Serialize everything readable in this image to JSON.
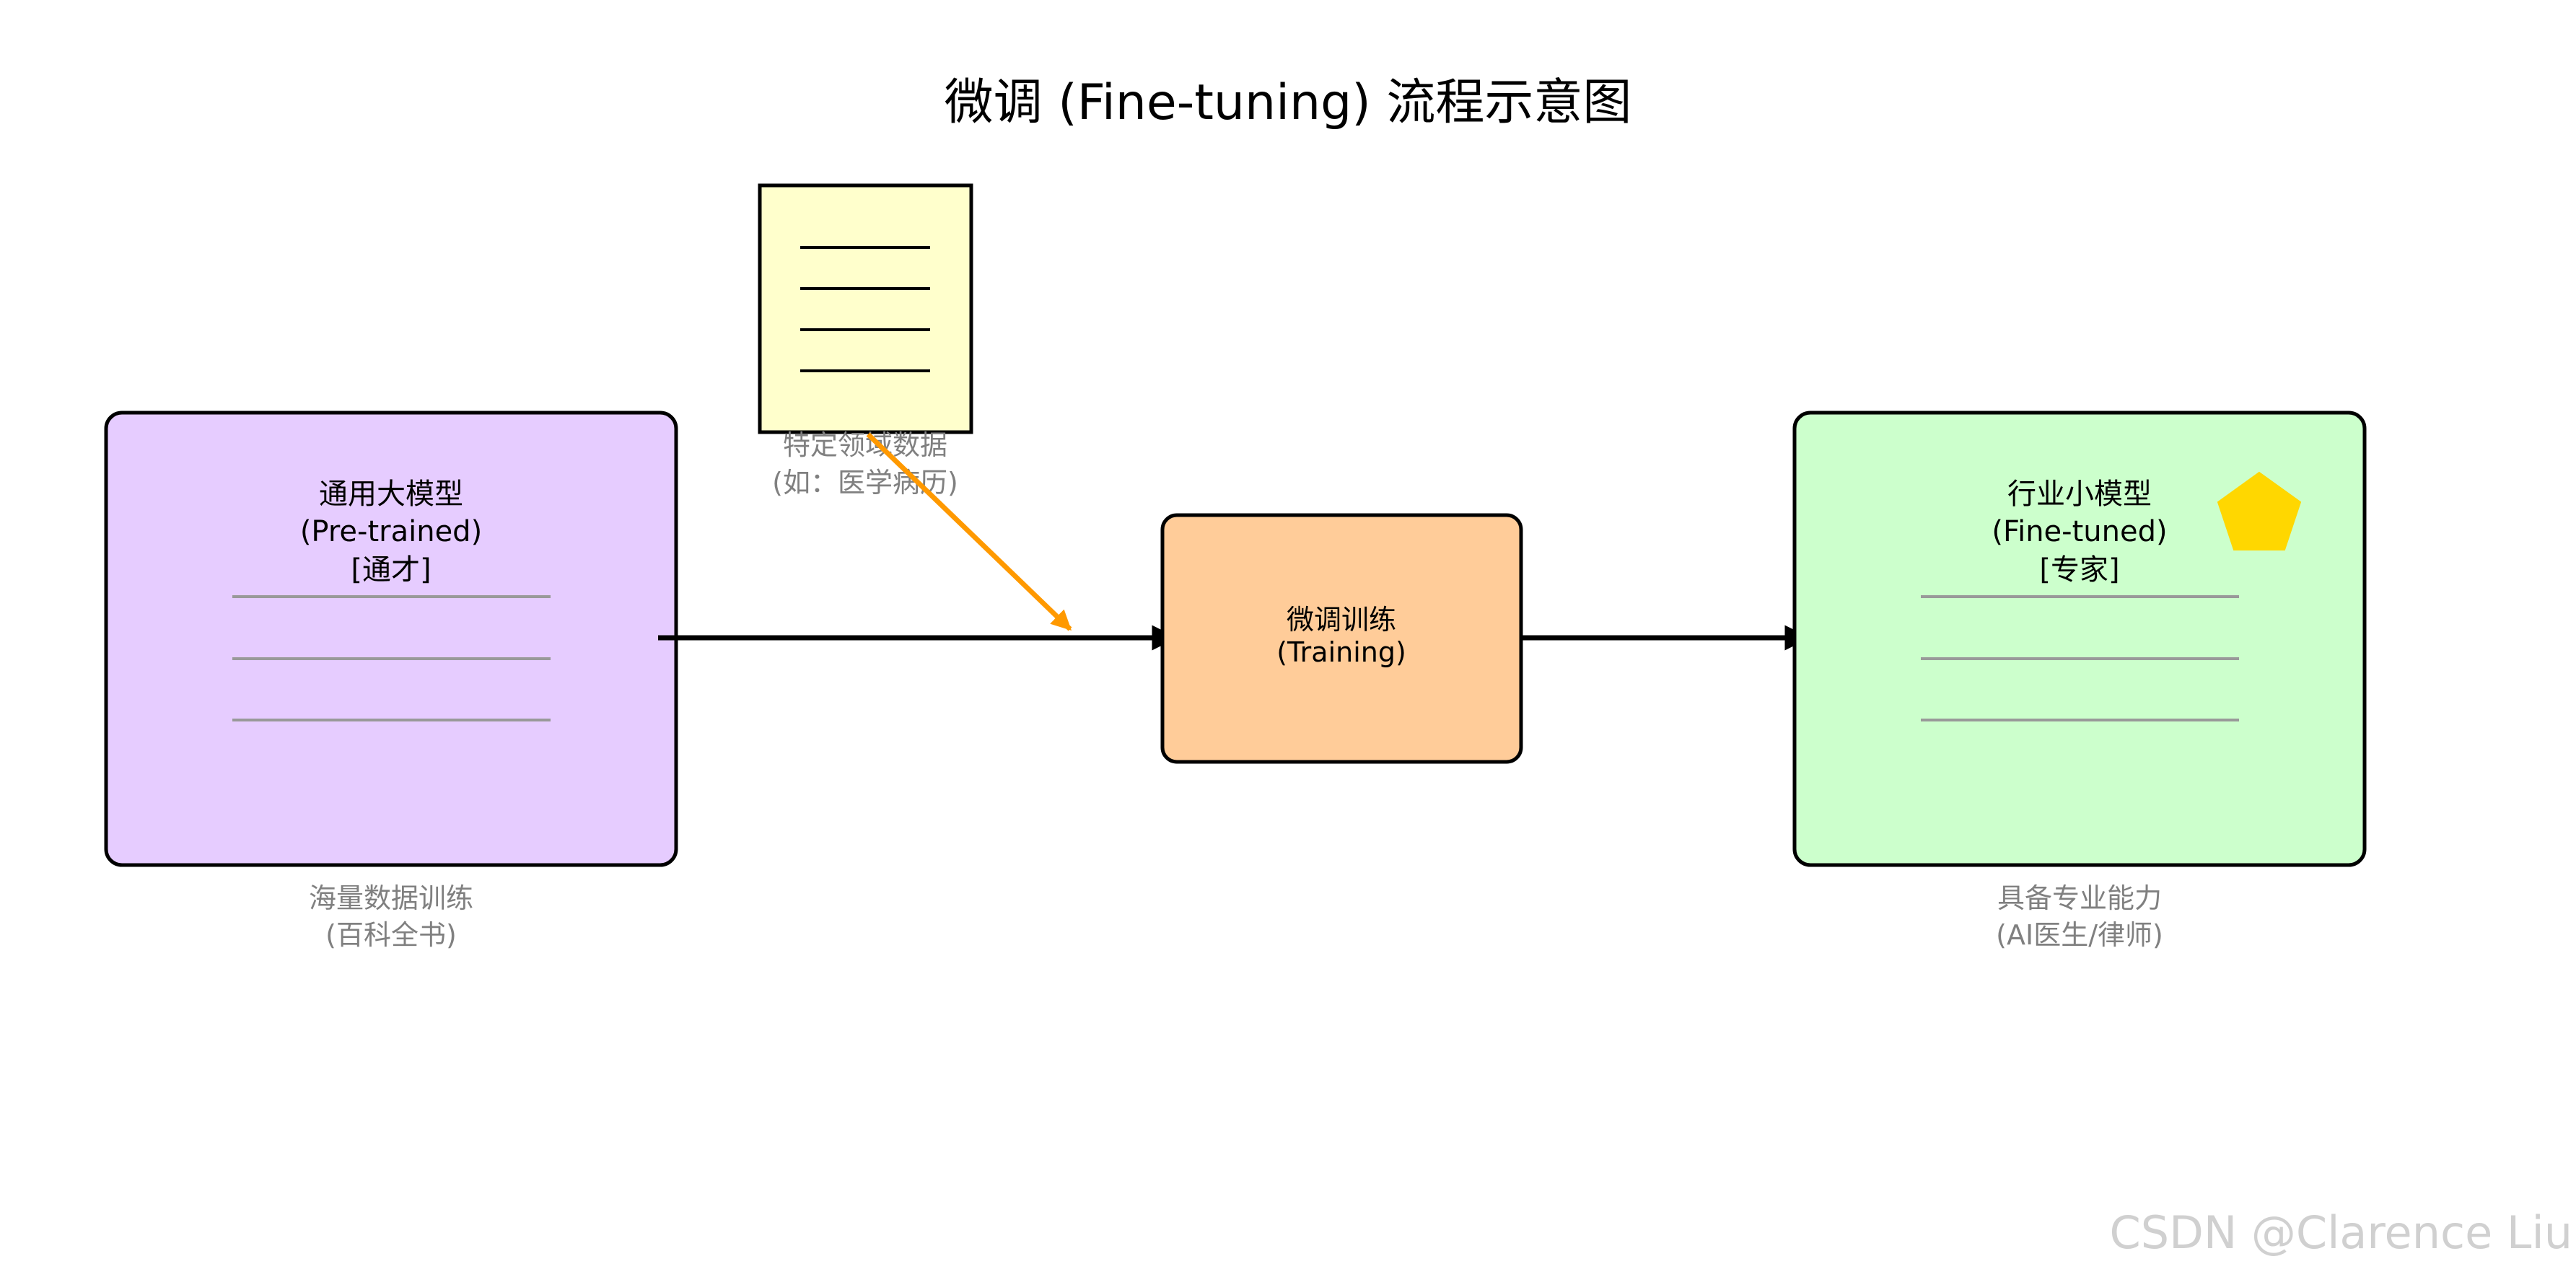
{
  "title": "微调 (Fine-tuning) 流程示意图",
  "general_model": {
    "line1": "通用大模型",
    "line2": "(Pre-trained)",
    "line3": "[通才]",
    "caption_line1": "海量数据训练",
    "caption_line2": "(百科全书)",
    "fill_color": "#e6ccff"
  },
  "domain_data": {
    "caption_line1": "特定领域数据",
    "caption_line2": "(如：医学病历)",
    "fill_color": "#ffffcc",
    "arrow_color": "#ff9900"
  },
  "training": {
    "line1": "微调训练",
    "line2": "(Training)",
    "fill_color": "#ffcc99"
  },
  "specialist_model": {
    "line1": "行业小模型",
    "line2": "(Fine-tuned)",
    "line3": "[专家]",
    "caption_line1": "具备专业能力",
    "caption_line2": "(AI医生/律师)",
    "fill_color": "#ccffcc",
    "badge_color": "#ffd700"
  },
  "watermark": "CSDN @Clarence Liu"
}
